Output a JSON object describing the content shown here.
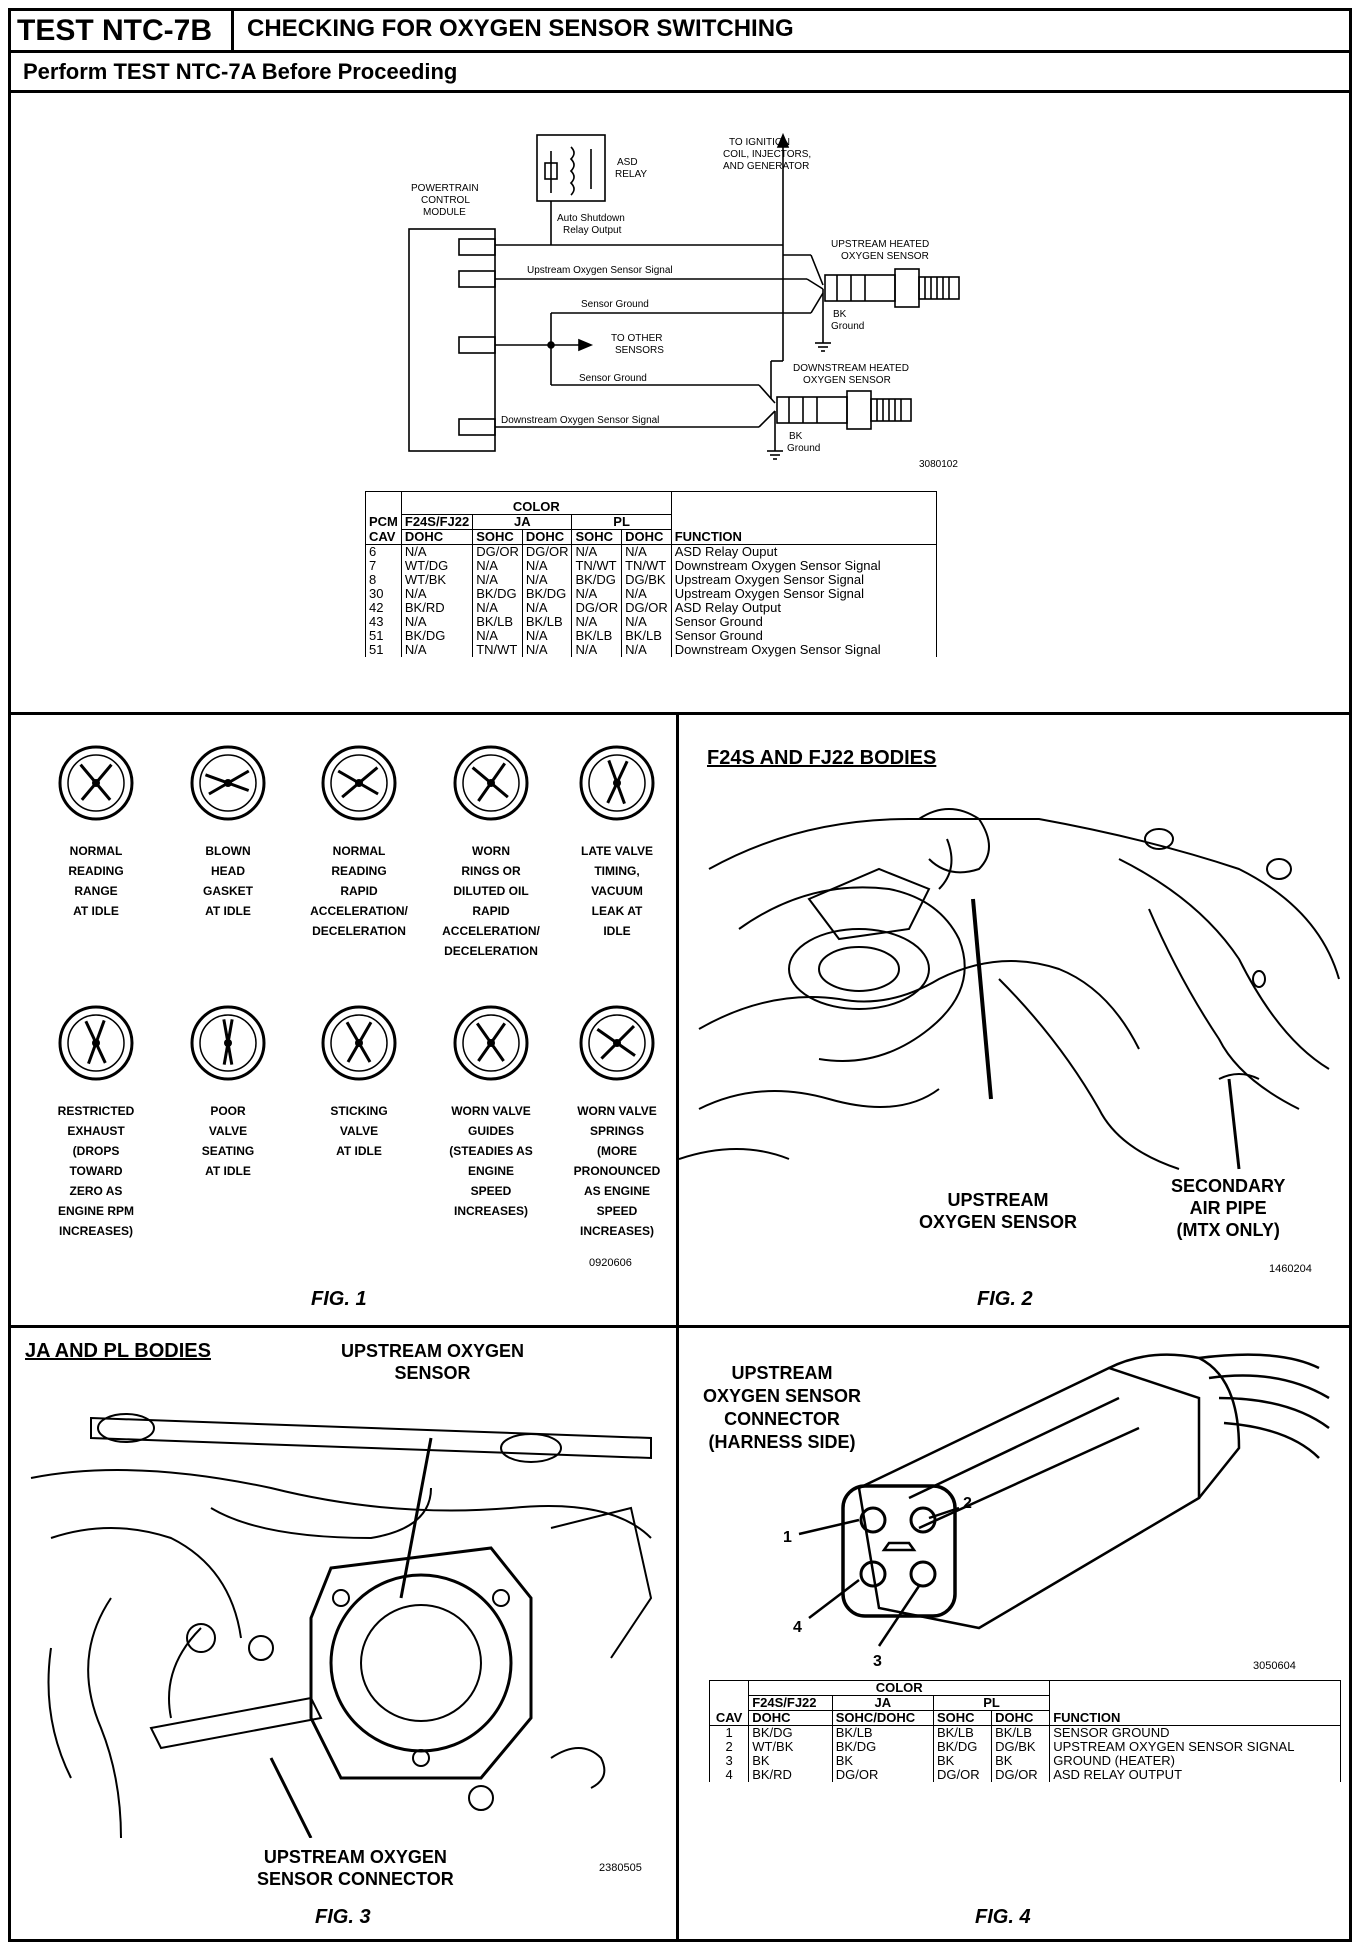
{
  "header": {
    "test_id": "TEST NTC-7B",
    "title": "CHECKING FOR OXYGEN SENSOR SWITCHING",
    "subtitle": "Perform TEST NTC-7A Before Proceeding"
  },
  "wiring": {
    "pcm_label_1": "POWERTRAIN",
    "pcm_label_2": "CONTROL",
    "pcm_label_3": "MODULE",
    "asd_relay_1": "ASD",
    "asd_relay_2": "RELAY",
    "ignition_1": "TO IGNITION",
    "ignition_2": "COIL, INJECTORS,",
    "ignition_3": "AND GENERATOR",
    "asd_output_1": "Auto Shutdown",
    "asd_output_2": "Relay Output",
    "up_signal": "Upstream Oxygen Sensor Signal",
    "up_sensor_1": "UPSTREAM HEATED",
    "up_sensor_2": "OXYGEN SENSOR",
    "sensor_ground_1": "Sensor Ground",
    "bk": "BK",
    "ground": "Ground",
    "other_sensors_1": "TO OTHER",
    "other_sensors_2": "SENSORS",
    "down_sensor_1": "DOWNSTREAM HEATED",
    "down_sensor_2": "OXYGEN SENSOR",
    "sensor_ground_2": "Sensor Ground",
    "down_signal": "Downstream Oxygen Sensor Signal",
    "ref": "3080102"
  },
  "table1": {
    "h_pcm": "PCM",
    "h_cav": "CAV",
    "h_color": "COLOR",
    "h_f24s": "F24S/FJ22",
    "h_ja": "JA",
    "h_pl": "PL",
    "h_dohc": "DOHC",
    "h_sohc": "SOHC",
    "h_function": "FUNCTION",
    "rows": [
      [
        "6",
        "N/A",
        "DG/OR",
        "DG/OR",
        "N/A",
        "N/A",
        "ASD Relay Ouput"
      ],
      [
        "7",
        "WT/DG",
        "N/A",
        "N/A",
        "TN/WT",
        "TN/WT",
        "Downstream Oxygen Sensor Signal"
      ],
      [
        "8",
        "WT/BK",
        "N/A",
        "N/A",
        "BK/DG",
        "DG/BK",
        "Upstream Oxygen Sensor Signal"
      ],
      [
        "30",
        "N/A",
        "BK/DG",
        "BK/DG",
        "N/A",
        "N/A",
        "Upstream Oxygen Sensor Signal"
      ],
      [
        "42",
        "BK/RD",
        "N/A",
        "N/A",
        "DG/OR",
        "DG/OR",
        "ASD Relay Output"
      ],
      [
        "43",
        "N/A",
        "BK/LB",
        "BK/LB",
        "N/A",
        "N/A",
        "Sensor Ground"
      ],
      [
        "51",
        "BK/DG",
        "N/A",
        "N/A",
        "BK/LB",
        "BK/LB",
        "Sensor Ground"
      ],
      [
        "51",
        "N/A",
        "TN/WT",
        "N/A",
        "N/A",
        "N/A",
        "Downstream Oxygen Sensor Signal"
      ]
    ]
  },
  "fig1": {
    "caption": "FIG. 1",
    "ref": "0920606",
    "gauges": [
      [
        "NORMAL",
        "READING",
        "RANGE",
        "AT IDLE"
      ],
      [
        "BLOWN",
        "HEAD",
        "GASKET",
        "AT IDLE"
      ],
      [
        "NORMAL",
        "READING",
        "RAPID",
        "ACCELERATION/",
        "DECELERATION"
      ],
      [
        "WORN",
        "RINGS OR",
        "DILUTED OIL",
        "RAPID",
        "ACCELERATION/",
        "DECELERATION"
      ],
      [
        "LATE VALVE",
        "TIMING,",
        "VACUUM",
        "LEAK AT",
        "IDLE"
      ],
      [
        "RESTRICTED",
        "EXHAUST",
        "(DROPS",
        "TOWARD",
        "ZERO AS",
        "ENGINE RPM",
        "INCREASES)"
      ],
      [
        "POOR",
        "VALVE",
        "SEATING",
        "AT IDLE"
      ],
      [
        "STICKING",
        "VALVE",
        "AT IDLE"
      ],
      [
        "WORN VALVE",
        "GUIDES",
        "(STEADIES AS",
        "ENGINE",
        "SPEED",
        "INCREASES)"
      ],
      [
        "WORN VALVE",
        "SPRINGS",
        "(MORE",
        "PRONOUNCED",
        "AS ENGINE",
        "SPEED",
        "INCREASES)"
      ]
    ]
  },
  "fig2": {
    "title": "F24S AND FJ22 BODIES",
    "label_up_1": "UPSTREAM",
    "label_up_2": "OXYGEN SENSOR",
    "label_air_1": "SECONDARY",
    "label_air_2": "AIR PIPE",
    "label_air_3": "(MTX ONLY)",
    "ref": "1460204",
    "caption": "FIG. 2"
  },
  "fig3": {
    "title": "JA AND PL BODIES",
    "label_top_1": "UPSTREAM OXYGEN",
    "label_top_2": "SENSOR",
    "label_bot_1": "UPSTREAM OXYGEN",
    "label_bot_2": "SENSOR CONNECTOR",
    "ref": "2380505",
    "caption": "FIG. 3"
  },
  "fig4": {
    "label_1": "UPSTREAM",
    "label_2": "OXYGEN SENSOR",
    "label_3": "CONNECTOR",
    "label_4": "(HARNESS SIDE)",
    "pins": [
      "1",
      "2",
      "3",
      "4"
    ],
    "ref": "3050604",
    "caption": "FIG. 4"
  },
  "table2": {
    "h_color": "COLOR",
    "h_cav": "CAV",
    "h_f24s": "F24S/FJ22",
    "h_ja": "JA",
    "h_pl": "PL",
    "h_dohc": "DOHC",
    "h_sohcdohc": "SOHC/DOHC",
    "h_sohc": "SOHC",
    "h_function": "FUNCTION",
    "rows": [
      [
        "1",
        "BK/DG",
        "BK/LB",
        "BK/LB",
        "BK/LB",
        "SENSOR GROUND"
      ],
      [
        "2",
        "WT/BK",
        "BK/DG",
        "BK/DG",
        "DG/BK",
        "UPSTREAM OXYGEN SENSOR SIGNAL"
      ],
      [
        "3",
        "BK",
        "BK",
        "BK",
        "BK",
        "GROUND (HEATER)"
      ],
      [
        "4",
        "BK/RD",
        "DG/OR",
        "DG/OR",
        "DG/OR",
        "ASD RELAY OUTPUT"
      ]
    ]
  }
}
